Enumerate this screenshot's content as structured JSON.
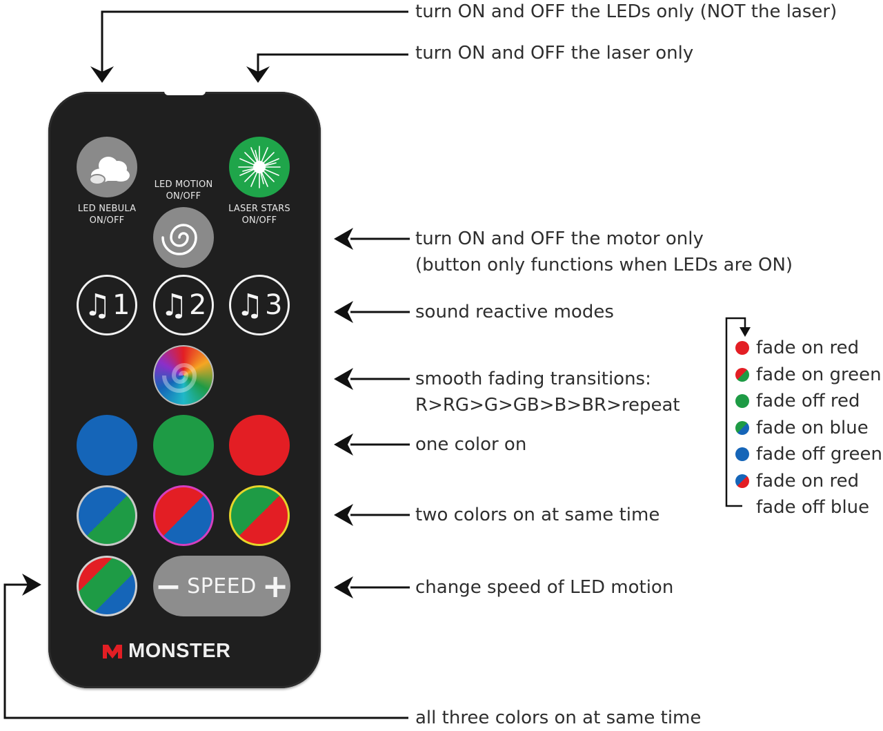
{
  "annotations": {
    "leds_only": "turn ON and OFF the LEDs only (NOT the laser)",
    "laser_only": "turn ON and OFF the laser only",
    "motor_line1": "turn ON and OFF the motor only",
    "motor_line2": "(button only functions when LEDs are ON)",
    "sound_modes": "sound reactive modes",
    "fading_line1": "smooth fading transitions:",
    "fading_line2": "R>RG>G>GB>B>BR>repeat",
    "one_color": "one color on",
    "two_colors": "two colors on at same time",
    "speed": "change speed of LED motion",
    "three_colors": "all three colors on  at same time"
  },
  "remote": {
    "led_nebula_label": "LED NEBULA\nON/OFF",
    "led_motion_label": "LED MOTION\nON/OFF",
    "laser_stars_label": "LASER STARS\nON/OFF",
    "music_buttons": [
      "1",
      "2",
      "3"
    ],
    "speed_minus": "−",
    "speed_word": "SPEED",
    "speed_plus": "+",
    "brand": "MONSTER"
  },
  "fade_sequence": [
    {
      "label": "fade on red",
      "colors": [
        "#e31e24"
      ]
    },
    {
      "label": "fade on green",
      "colors": [
        "#e31e24",
        "#1e9b45"
      ]
    },
    {
      "label": "fade off red",
      "colors": [
        "#1e9b45"
      ]
    },
    {
      "label": "fade on blue",
      "colors": [
        "#1e9b45",
        "#1565b8"
      ]
    },
    {
      "label": "fade off green",
      "colors": [
        "#1565b8"
      ]
    },
    {
      "label": "fade on red",
      "colors": [
        "#1565b8",
        "#e31e24"
      ]
    },
    {
      "label": "fade off blue",
      "colors": []
    }
  ],
  "colors": {
    "red": "#e31e24",
    "green": "#1e9b45",
    "blue": "#1565b8",
    "laser_green": "#1fa54a",
    "remote_body": "#1f1f1f",
    "speed_button": "#8d8d8d"
  }
}
